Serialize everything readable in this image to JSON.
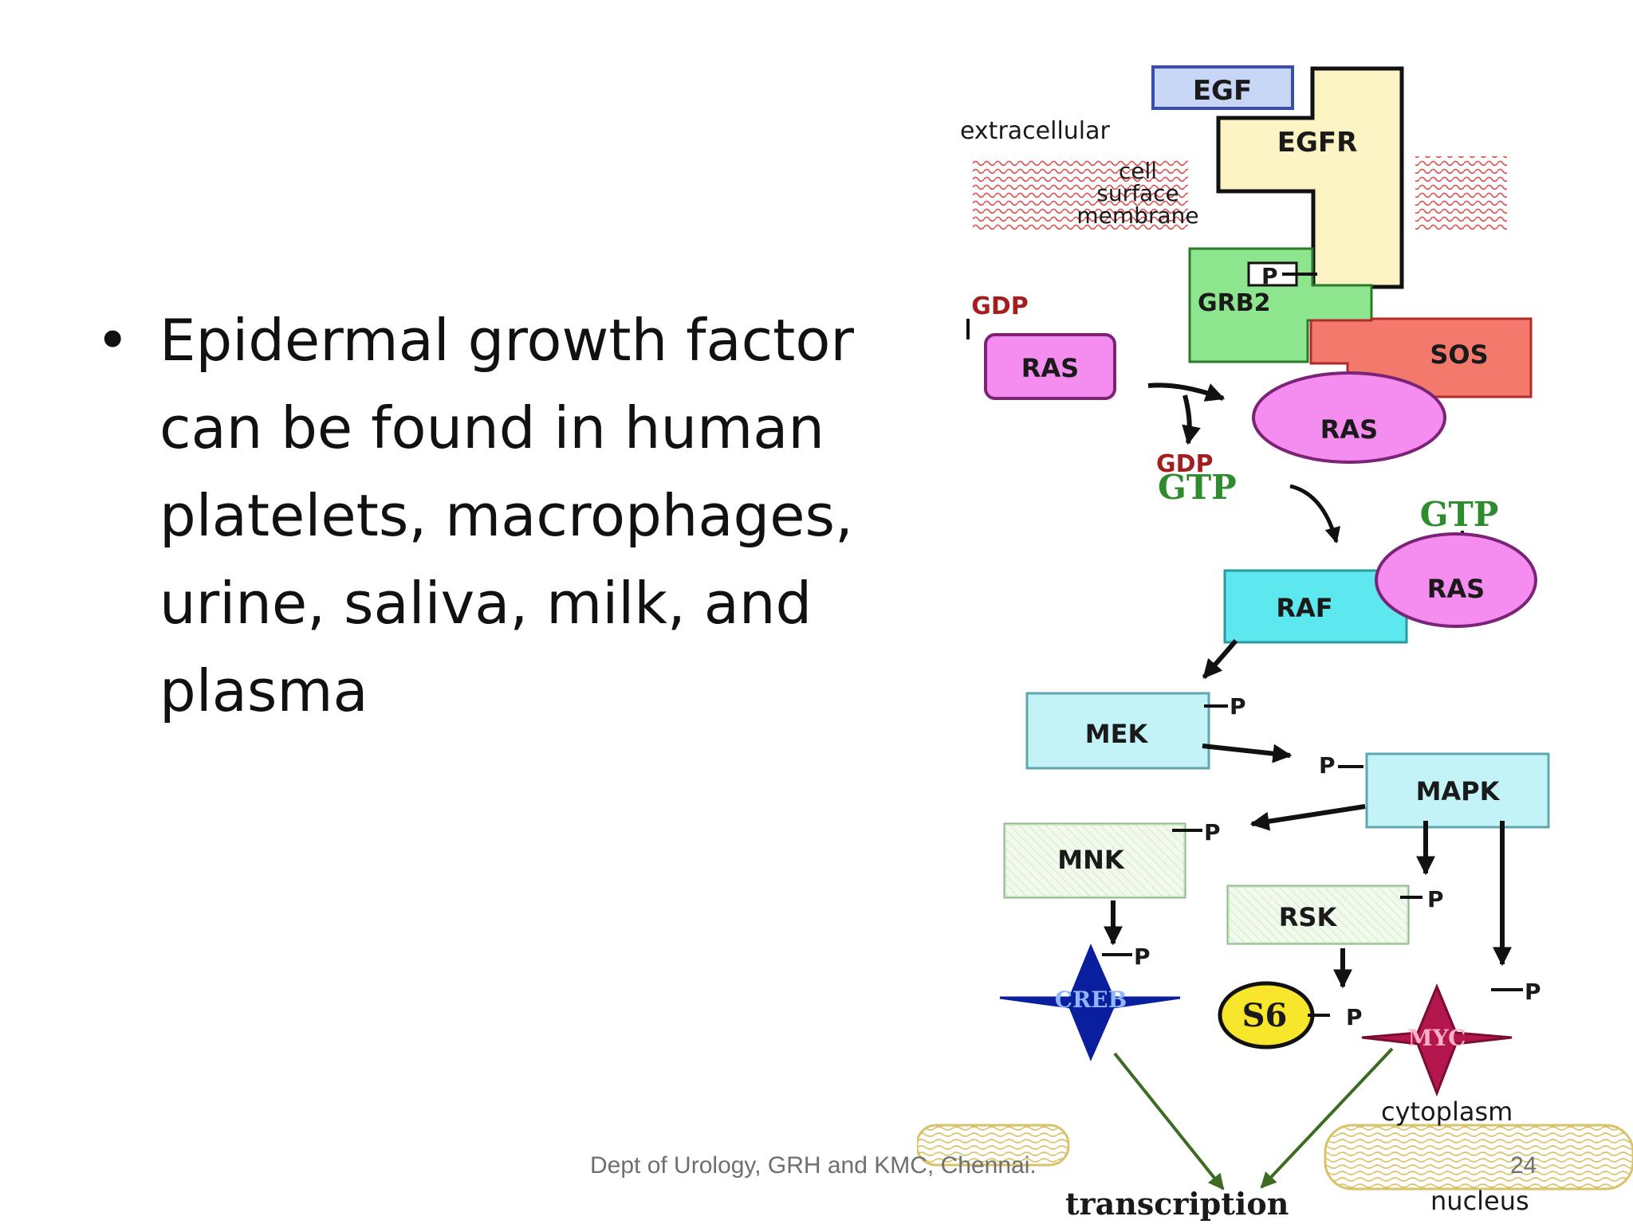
{
  "slide": {
    "bullet_text": "Epidermal growth factor can be found in human platelets, macrophages, urine, saliva, milk, and plasma",
    "footer": "Dept of Urology, GRH and KMC, Chennai.",
    "page_number": "24"
  },
  "diagram": {
    "labels": {
      "egf": "EGF",
      "egfr": "EGFR",
      "extracellular": "extracellular",
      "cell": "cell",
      "surface": "surface",
      "membrane": "membrane",
      "p_receptor": "P",
      "grb2": "GRB2",
      "sos": "SOS",
      "gdp_top": "GDP",
      "ras_inactive": "RAS",
      "ras_bound": "RAS",
      "gdp_released": "GDP",
      "gtp_free": "GTP",
      "gtp_bound": "GTP",
      "ras_active": "RAS",
      "raf": "RAF",
      "mek": "MEK",
      "mek_p": "P",
      "mapk_p": "P",
      "mapk": "MAPK",
      "mnk": "MNK",
      "mnk_p": "P",
      "rsk": "RSK",
      "rsk_p": "P",
      "creb": "CREB",
      "creb_p": "P",
      "s6": "S6",
      "s6_p": "P",
      "myc": "MYC",
      "myc_p": "P",
      "cytoplasm": "cytoplasm",
      "transcription": "transcription",
      "nucleus": "nucleus"
    },
    "colors": {
      "egf": "#c7d6f5",
      "egfr": "#fbf3c4",
      "membrane": "#d9494a",
      "grb2": "#8de58d",
      "sos": "#f2796b",
      "ras": "#f58cf0",
      "gdp": "#a31f1f",
      "gtp": "#2e8b2e",
      "raf": "#5ce8ee",
      "mek_mapk": "#c4f3f7",
      "mnk_rsk": "#e6f5de",
      "creb": "#0a1f9e",
      "s6": "#f7e62c",
      "myc": "#b3164c",
      "nucleus": "#e8d47a"
    }
  }
}
